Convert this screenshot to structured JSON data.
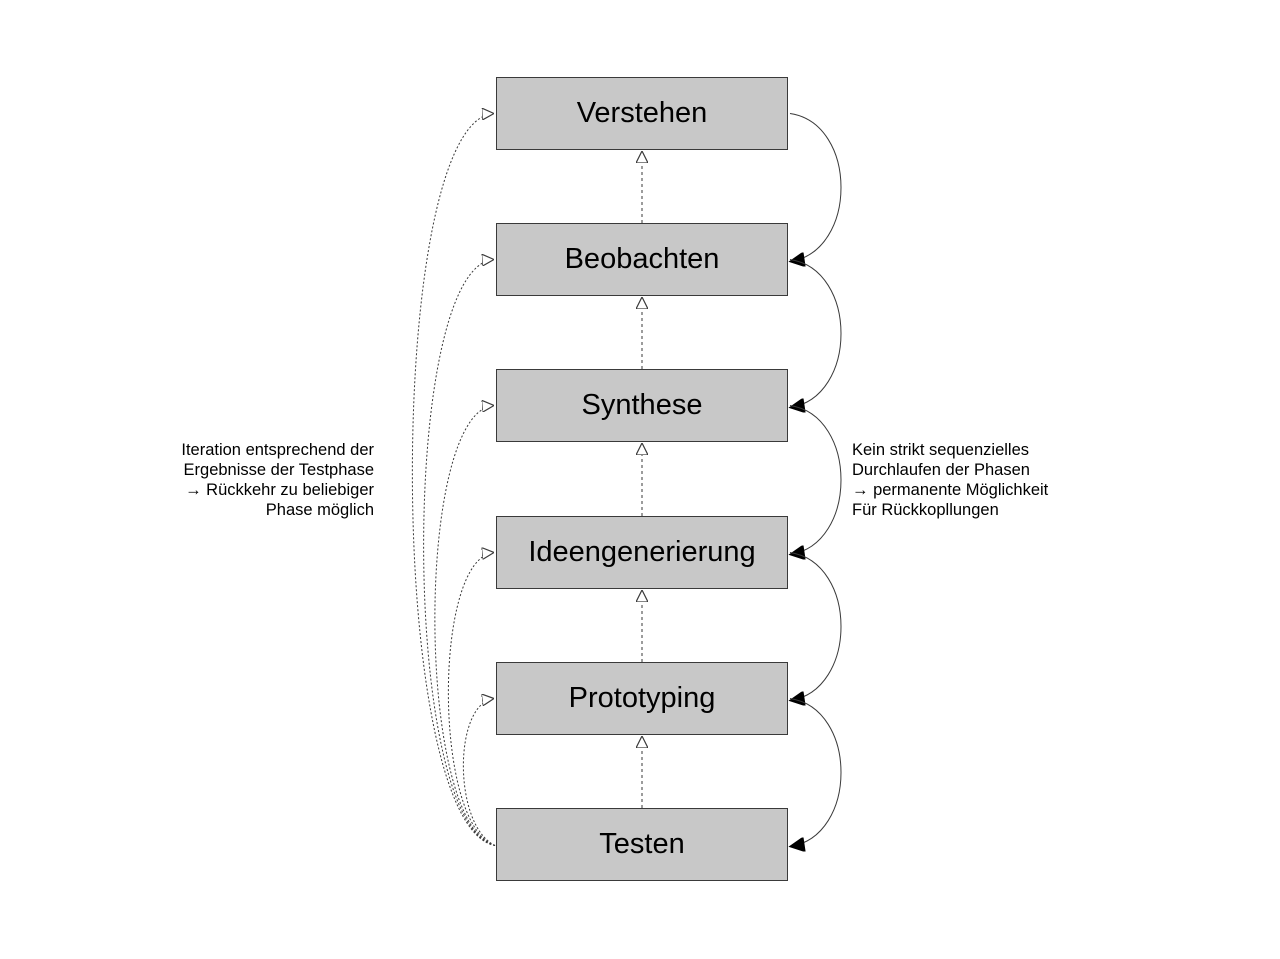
{
  "phases": [
    "Verstehen",
    "Beobachten",
    "Synthese",
    "Ideengenerierung",
    "Prototyping",
    "Testen"
  ],
  "notes": {
    "left": [
      "Iteration entsprechend der",
      "Ergebnisse der Testphase",
      "→ Rückkehr zu beliebiger",
      "Phase möglich"
    ],
    "right": [
      "Kein strikt sequenzielles",
      "Durchlaufen der Phasen",
      "→ permanente Möglichkeit",
      "Für Rückkopllungen"
    ]
  },
  "colors": {
    "box_fill": "#c8c8c8",
    "box_border": "#3a3a3a",
    "line": "#3a3a3a"
  }
}
